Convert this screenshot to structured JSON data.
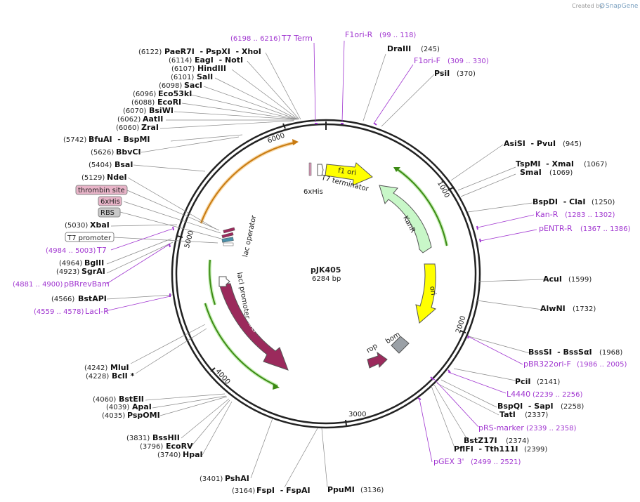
{
  "credit": {
    "created_by": "Created by",
    "app": "SnapGene"
  },
  "plasmid": {
    "name": "pJK405",
    "length": "6284 bp"
  },
  "ticks": [
    "1000",
    "2000",
    "3000",
    "4000",
    "5000",
    "6000"
  ],
  "features": {
    "f1ori": "f1 ori",
    "kanr": "KanR",
    "ori": "ori",
    "rop": "rop",
    "bom": "bom",
    "laci": "lacI",
    "laci_promoter": "lacI promoter",
    "lac_operator": "lac operator",
    "t7_terminator": "T7 terminator",
    "his6": "6xHis"
  },
  "boxed_labels": [
    "thrombin site",
    "6xHis",
    "RBS",
    "T7 promoter"
  ],
  "enzymes": [
    {
      "name": "DraIII",
      "pos": "(245)"
    },
    {
      "name": "PsiI",
      "pos": "(370)"
    },
    {
      "name": "AsiSI  - PvuI",
      "pos": "(945)"
    },
    {
      "name": "TspMI  - XmaI",
      "pos": "(1067)"
    },
    {
      "name": "SmaI",
      "pos": "(1069)"
    },
    {
      "name": "BspDI  - ClaI",
      "pos": "(1250)"
    },
    {
      "name": "AcuI",
      "pos": "(1599)"
    },
    {
      "name": "AlwNI",
      "pos": "(1732)"
    },
    {
      "name": "BssSI  - BssSαI",
      "pos": "(1968)"
    },
    {
      "name": "PciI",
      "pos": "(2141)"
    },
    {
      "name": "BspQI  - SapI",
      "pos": "(2258)"
    },
    {
      "name": "TatI",
      "pos": "(2337)"
    },
    {
      "name": "BstZ17I",
      "pos": "(2374)"
    },
    {
      "name": "PflFI  - Tth111I",
      "pos": "(2399)"
    },
    {
      "name": "PpuMI",
      "pos": "(3136)"
    },
    {
      "name": "FspI  - FspAI",
      "pos": "(3164)"
    },
    {
      "name": "PshAI",
      "pos": "(3401)"
    },
    {
      "name": "HpaI",
      "pos": "(3740)"
    },
    {
      "name": "EcoRV",
      "pos": "(3796)"
    },
    {
      "name": "BssHII",
      "pos": "(3831)"
    },
    {
      "name": "PspOMI",
      "pos": "(4035)"
    },
    {
      "name": "ApaI",
      "pos": "(4039)"
    },
    {
      "name": "BstEII",
      "pos": "(4060)"
    },
    {
      "name": "BclI *",
      "pos": "(4228)"
    },
    {
      "name": "MluI",
      "pos": "(4242)"
    },
    {
      "name": "BstAPI",
      "pos": "(4566)"
    },
    {
      "name": "SgrAI",
      "pos": "(4923)"
    },
    {
      "name": "BglII",
      "pos": "(4964)"
    },
    {
      "name": "XbaI",
      "pos": "(5030)"
    },
    {
      "name": "NdeI",
      "pos": "(5129)"
    },
    {
      "name": "BsaI",
      "pos": "(5404)"
    },
    {
      "name": "BbvCI",
      "pos": "(5626)"
    },
    {
      "name": "BfuAI  - BspMI",
      "pos": "(5742)"
    },
    {
      "name": "ZraI",
      "pos": "(6060)"
    },
    {
      "name": "AatII",
      "pos": "(6062)"
    },
    {
      "name": "BsiWI",
      "pos": "(6070)"
    },
    {
      "name": "EcoRI",
      "pos": "(6088)"
    },
    {
      "name": "Eco53kI",
      "pos": "(6096)"
    },
    {
      "name": "SacI",
      "pos": "(6098)"
    },
    {
      "name": "SalI",
      "pos": "(6101)"
    },
    {
      "name": "HindIII",
      "pos": "(6107)"
    },
    {
      "name": "EagI  - NotI",
      "pos": "(6114)"
    },
    {
      "name": "PaeR7I  - PspXI  - XhoI",
      "pos": "(6122)"
    }
  ],
  "primers": [
    {
      "name": "T7 Term",
      "range": "(6198 .. 6216)"
    },
    {
      "name": "F1ori-R",
      "range": "(99 .. 118)"
    },
    {
      "name": "F1ori-F",
      "range": "(309 .. 330)"
    },
    {
      "name": "Kan-R",
      "range": "(1283 .. 1302)"
    },
    {
      "name": "pENTR-R",
      "range": "(1367 .. 1386)"
    },
    {
      "name": "pBR322ori-F",
      "range": "(1986 .. 2005)"
    },
    {
      "name": "L4440",
      "range": "(2239 .. 2256)"
    },
    {
      "name": "pRS-marker",
      "range": "(2339 .. 2358)"
    },
    {
      "name": "pGEX 3'",
      "range": "(2499 .. 2521)"
    },
    {
      "name": "LacI-R",
      "range": "(4559 .. 4578)"
    },
    {
      "name": "pBRrevBam",
      "range": "(4881 .. 4900)"
    },
    {
      "name": "T7",
      "range": "(4984 .. 5003)"
    }
  ],
  "colors": {
    "primer": "#a035d0",
    "backbone": "#222222",
    "kanr": "#c8f7c8",
    "ori": "#ffff00",
    "laci": "#9b2a5c",
    "lacI_promoter": "#ffffff",
    "f1ori": "#ffff00",
    "bom": "#9aa0a6",
    "orf_arrow_green": "#4a9a1a",
    "orf_arrow_orange": "#c87a10"
  }
}
